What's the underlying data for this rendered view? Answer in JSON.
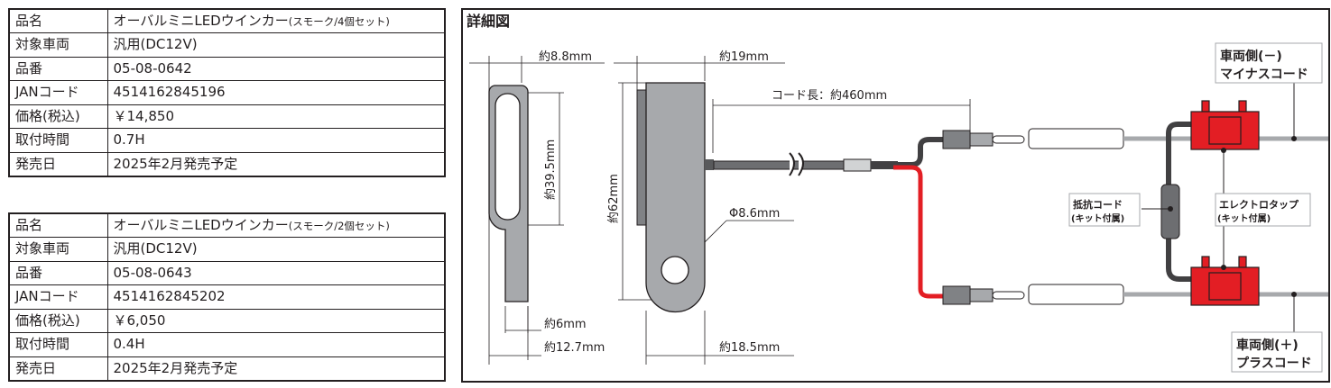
{
  "products": [
    {
      "rows": [
        {
          "label": "品名",
          "value": "オーバルミニLEDウインカー",
          "value_note": "(スモーク/4個セット)"
        },
        {
          "label": "対象車両",
          "value": "汎用(DC12V)"
        },
        {
          "label": "品番",
          "value": "05-08-0642"
        },
        {
          "label": "JANコード",
          "value": "4514162845196"
        },
        {
          "label": "価格(税込)",
          "value": "￥14,850"
        },
        {
          "label": "取付時間",
          "value": "0.7H"
        },
        {
          "label": "発売日",
          "value": "2025年2月発売予定"
        }
      ]
    },
    {
      "rows": [
        {
          "label": "品名",
          "value": "オーバルミニLEDウインカー",
          "value_note": "(スモーク/2個セット)"
        },
        {
          "label": "対象車両",
          "value": "汎用(DC12V)"
        },
        {
          "label": "品番",
          "value": "05-08-0643"
        },
        {
          "label": "JANコード",
          "value": "4514162845202"
        },
        {
          "label": "価格(税込)",
          "value": "￥6,050"
        },
        {
          "label": "取付時間",
          "value": "0.4H"
        },
        {
          "label": "発売日",
          "value": "2025年2月発売予定"
        }
      ]
    }
  ],
  "diagram": {
    "title": "詳細図",
    "dims": {
      "width_lens": "約8.8mm",
      "height_lens": "約39.5mm",
      "tab_width": "約6mm",
      "total_width": "約12.7mm",
      "depth": "約19mm",
      "height_total": "約62mm",
      "hole": "Φ8.6mm",
      "bottom_width": "約18.5mm",
      "cord_length": "コード長：約460mm"
    },
    "labels": {
      "minus_line1": "車両側(－)",
      "minus_line2": "マイナスコード",
      "plus_line1": "車両側(＋)",
      "plus_line2": "プラスコード",
      "resistor_line1": "抵抗コード",
      "resistor_line2": "(キット付属)",
      "tap_line1": "エレクトロタップ",
      "tap_line2": "(キット付属)"
    },
    "colors": {
      "red": "#e31e24",
      "gray": "#a7a9ac",
      "dark": "#414042"
    }
  }
}
